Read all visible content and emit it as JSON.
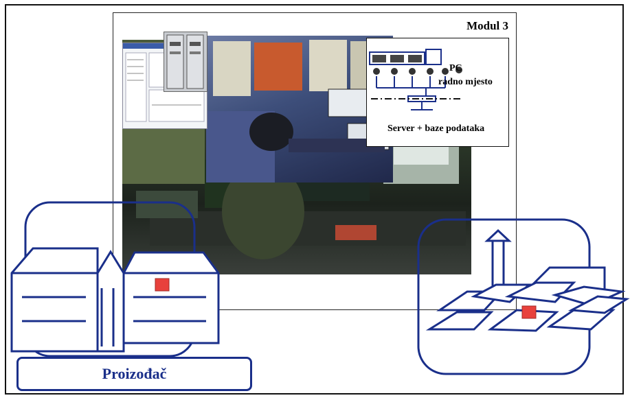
{
  "module": {
    "title": "Modul 3"
  },
  "network": {
    "pc_label": "PC",
    "workstation_label": "radno mjesto",
    "server_label": "Server + baze podataka"
  },
  "producer": {
    "label": "Proizođač"
  },
  "colors": {
    "line_blue": "#1a2f8a",
    "marker_red": "#e8413c",
    "frame": "#111111"
  }
}
